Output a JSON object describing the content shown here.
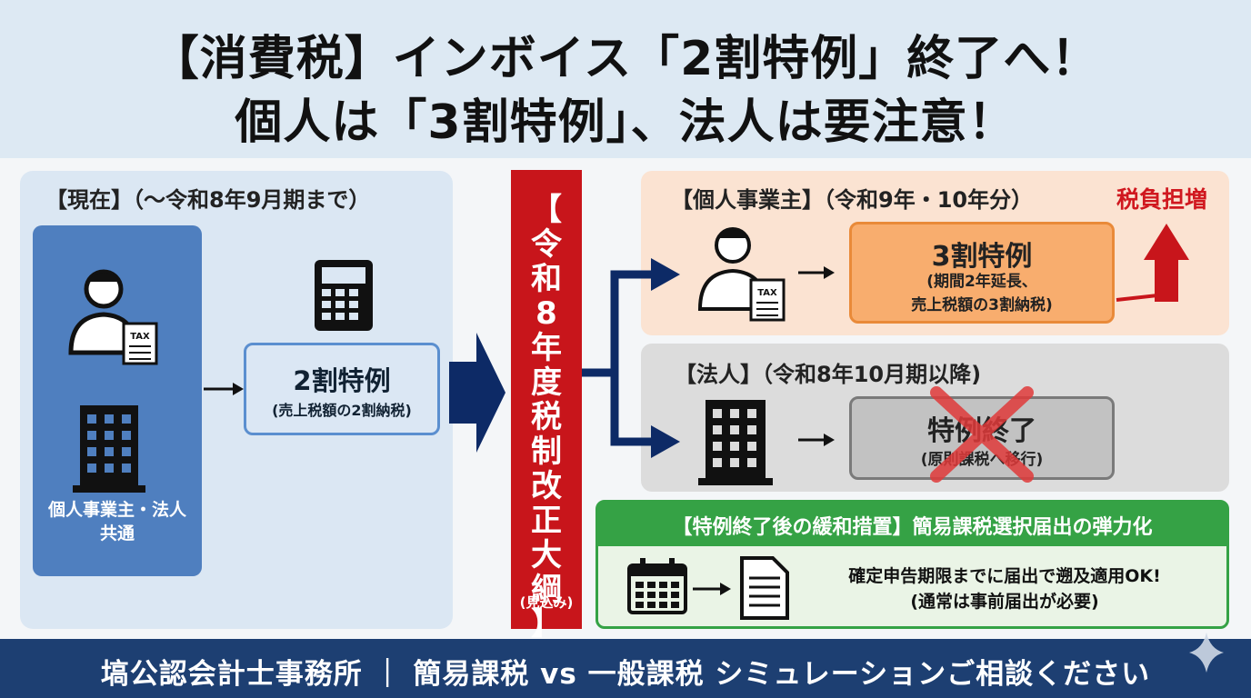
{
  "title": {
    "line1": "【消費税】インボイス「2割特例」終了へ！",
    "line2": "個人は「3割特例」、法人は要注意！"
  },
  "current": {
    "header": "【現在】（〜令和8年9月期まで）",
    "common_label_line1": "個人事業主・法人",
    "common_label_line2": "共通",
    "tax_badge": "TAX",
    "special_title": "2割特例",
    "special_sub": "(売上税額の2割納税)"
  },
  "reform": {
    "text": "【令和8年度税制改正大綱】",
    "note": "(見込み)"
  },
  "individual": {
    "header": "【個人事業主】（令和9年・10年分）",
    "burden_label": "税負担増",
    "tax_badge": "TAX",
    "special_title": "3割特例",
    "special_sub_line1": "(期間2年延長、",
    "special_sub_line2": "売上税額の3割納税)"
  },
  "corporation": {
    "header": "【法人】（令和8年10月期以降)",
    "end_title": "特例終了",
    "end_sub": "(原則課税へ移行)"
  },
  "relief": {
    "header": "【特例終了後の緩和措置】簡易課税選択届出の弾力化",
    "body_line1": "確定申告期限までに届出で遡及適用OK!",
    "body_line2": "(通常は事前届出が必要)"
  },
  "footer": {
    "text": "塙公認会計士事務所 ｜ 簡易課税 vs 一般課税 シミュレーションご相談ください"
  },
  "colors": {
    "reform_red": "#c8151b",
    "footer_navy": "#1d3f72",
    "relief_green": "#35a245",
    "arrow_navy": "#0d2a66",
    "burden_red": "#d0181f"
  },
  "icons": [
    "person-tax-icon",
    "building-icon",
    "calculator-icon",
    "calendar-icon",
    "document-icon",
    "cross-mark-icon",
    "up-arrow-icon",
    "sparkle-icon"
  ]
}
